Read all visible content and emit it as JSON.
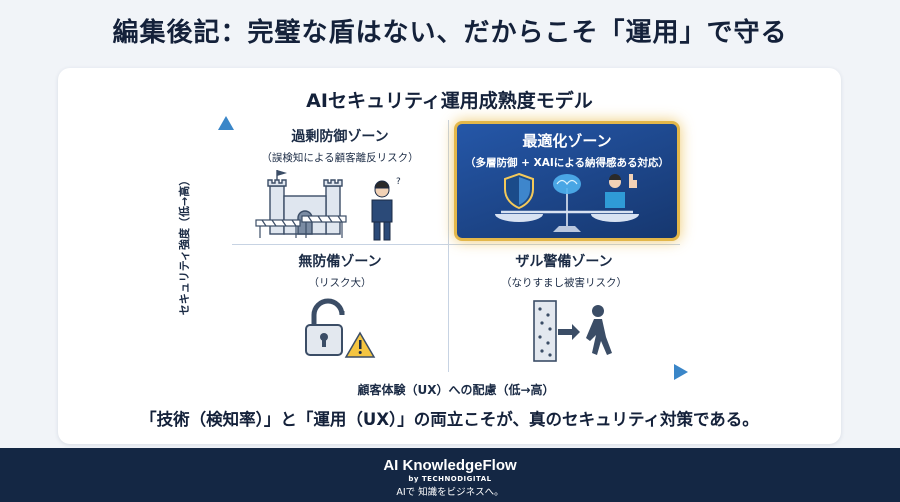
{
  "page": {
    "title": "編集後記：完璧な盾はない、だからこそ「運用」で守る"
  },
  "diagram": {
    "title": "AIセキュリティ運用成熟度モデル",
    "y_axis_label": "セキュリティ強度（低→高）",
    "x_axis_label": "顧客体験（UX）への配慮（低→高）",
    "quadrants": {
      "top_left": {
        "title": "過剰防御ゾーン",
        "subtitle": "（誤検知による顧客離反リスク）"
      },
      "top_right": {
        "title": "最適化ゾーン",
        "subtitle": "（多層防御 + XAIによる納得感ある対応）"
      },
      "bottom_left": {
        "title": "無防備ゾーン",
        "subtitle": "（リスク大）"
      },
      "bottom_right": {
        "title": "ザル警備ゾーン",
        "subtitle": "（なりすまし被害リスク）"
      }
    },
    "message": "「技術（検知率）」と「運用（UX）」の両立こそが、真のセキュリティ対策である。",
    "colors": {
      "axis": "#2f6fb0",
      "highlight_border": "#e3b74a",
      "highlight_fill": "#1f4a92"
    }
  },
  "footer": {
    "brand": "AI KnowledgeFlow",
    "by": "by TECHNODIGITAL",
    "tagline": "AIで 知識をビジネスへ。"
  }
}
